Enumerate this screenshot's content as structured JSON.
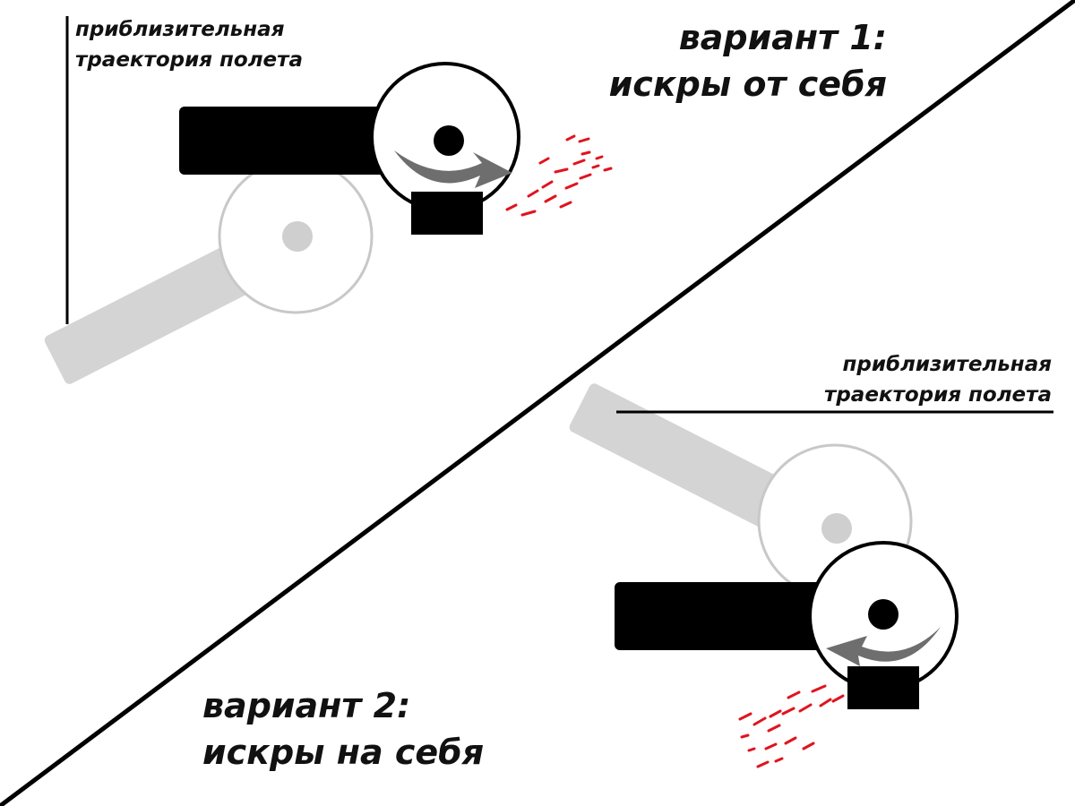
{
  "top_variant": {
    "title_line1": "вариант 1:",
    "title_line2": "искры от себя",
    "note_line1": "приблизительная",
    "note_line2": "траектория полета"
  },
  "bottom_variant": {
    "title_line1": "вариант 2:",
    "title_line2": "искры на себя",
    "note_line1": "приблизительная",
    "note_line2": "траектория полета"
  },
  "colors": {
    "tool_body": "#000000",
    "ghost": "#d4d4d4",
    "ghost_outline": "#c8c8c8",
    "rotation_arrow": "#6e6e6e",
    "sparks": "#e0141e",
    "text": "#111111"
  },
  "icons": {
    "rotation": "curved-arrow-icon"
  }
}
